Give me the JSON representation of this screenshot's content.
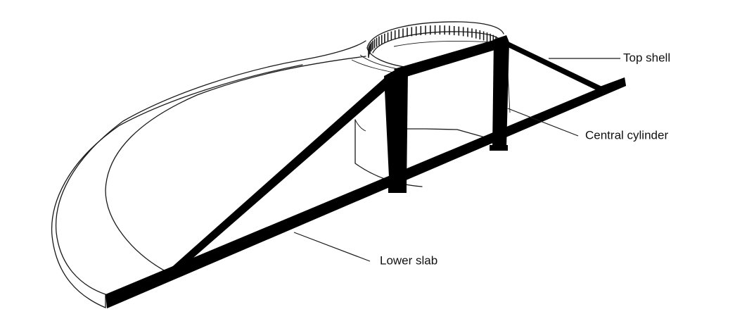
{
  "labels": {
    "top_shell": "Top shell",
    "central_cylinder": "Central cylinder",
    "lower_slab": "Lower slab"
  },
  "colors": {
    "frame": "#000000",
    "line": "#1a1a1a",
    "background": "#ffffff"
  }
}
